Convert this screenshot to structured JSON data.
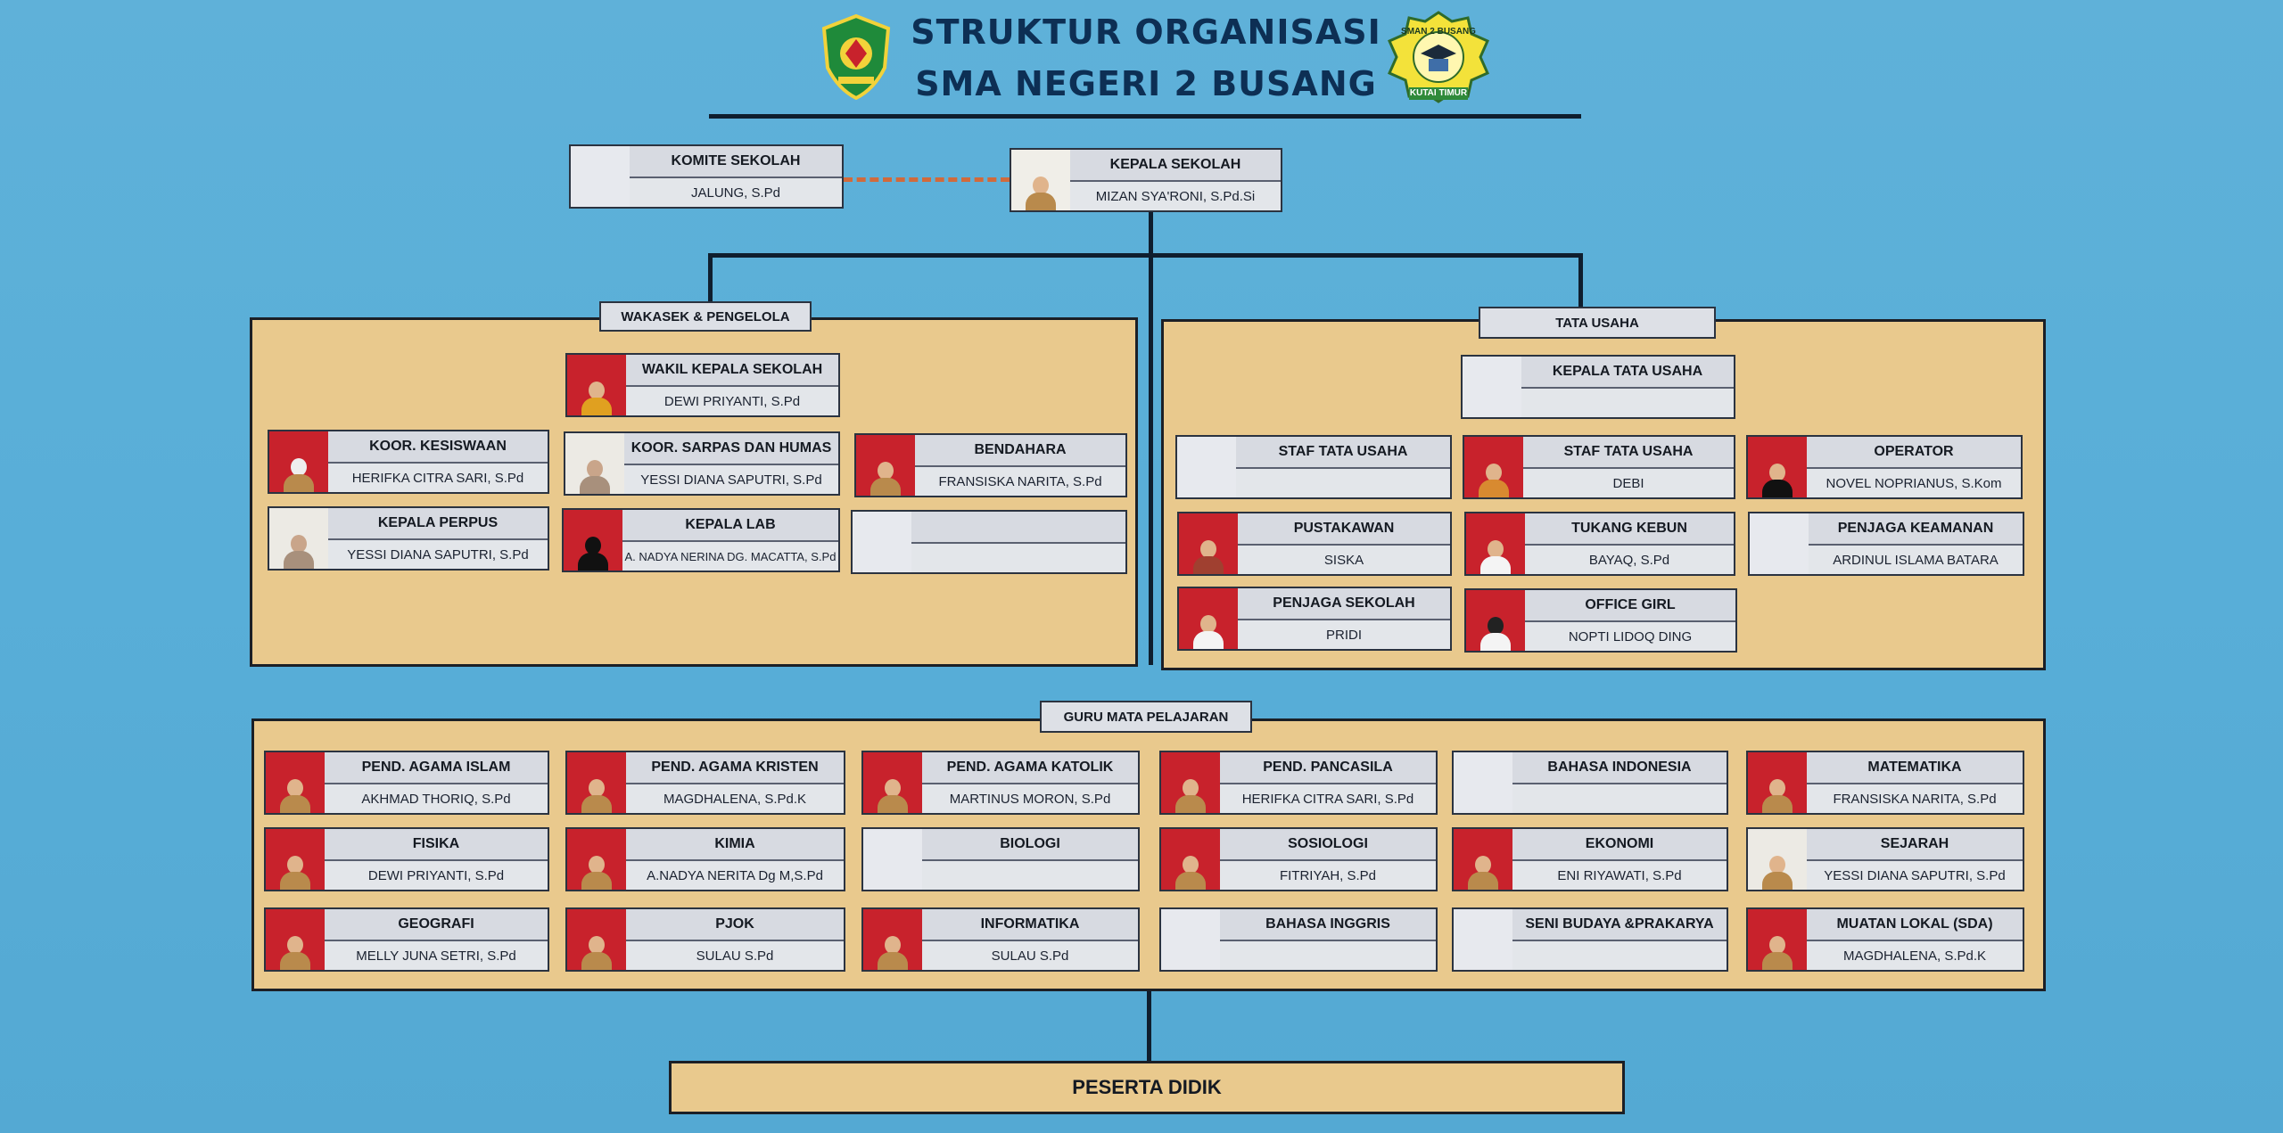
{
  "header": {
    "title_line1": "STRUKTUR ORGANISASI",
    "title_line2": "SMA NEGERI 2 BUSANG",
    "logo_right_top": "SMAN 2 BUSANG",
    "logo_right_bottom": "KUTAI TIMUR"
  },
  "top": {
    "komite": {
      "role": "KOMITE SEKOLAH",
      "name": "JALUNG, S.Pd"
    },
    "kepala": {
      "role": "KEPALA SEKOLAH",
      "name": "MIZAN SYA'RONI, S.Pd.Si"
    }
  },
  "wakasek": {
    "label": "WAKASEK & PENGELOLA",
    "wakil": {
      "role": "WAKIL KEPALA SEKOLAH",
      "name": "DEWI PRIYANTI, S.Pd"
    },
    "kesiswaan": {
      "role": "KOOR. KESISWAAN",
      "name": "HERIFKA CITRA SARI, S.Pd"
    },
    "sarpas": {
      "role": "KOOR. SARPAS DAN HUMAS",
      "name": "YESSI DIANA SAPUTRI, S.Pd"
    },
    "bendahara": {
      "role": "BENDAHARA",
      "name": "FRANSISKA NARITA, S.Pd"
    },
    "perpus": {
      "role": "KEPALA PERPUS",
      "name": "YESSI DIANA SAPUTRI, S.Pd"
    },
    "lab": {
      "role": "KEPALA LAB",
      "name": "A. NADYA NERINA DG. MACATTA, S.Pd"
    },
    "empty": {
      "role": "",
      "name": ""
    }
  },
  "tata_usaha": {
    "label": "TATA USAHA",
    "kepala": {
      "role": "KEPALA TATA USAHA",
      "name": ""
    },
    "staf1": {
      "role": "STAF TATA USAHA",
      "name": ""
    },
    "staf2": {
      "role": "STAF TATA USAHA",
      "name": "DEBI"
    },
    "operator": {
      "role": "OPERATOR",
      "name": "NOVEL NOPRIANUS, S.Kom"
    },
    "pustakawan": {
      "role": "PUSTAKAWAN",
      "name": "SISKA"
    },
    "kebun": {
      "role": "TUKANG KEBUN",
      "name": "BAYAQ, S.Pd"
    },
    "keamanan": {
      "role": "PENJAGA KEAMANAN",
      "name": "ARDINUL ISLAMA BATARA"
    },
    "penjaga": {
      "role": "PENJAGA SEKOLAH",
      "name": "PRIDI"
    },
    "office": {
      "role": "OFFICE GIRL",
      "name": "NOPTI LIDOQ DING"
    }
  },
  "guru": {
    "label": "GURU MATA PELAJARAN",
    "items": [
      {
        "role": "PEND. AGAMA ISLAM",
        "name": "AKHMAD THORIQ, S.Pd"
      },
      {
        "role": "PEND. AGAMA KRISTEN",
        "name": "MAGDHALENA, S.Pd.K"
      },
      {
        "role": "PEND. AGAMA KATOLIK",
        "name": "MARTINUS MORON, S.Pd"
      },
      {
        "role": "PEND. PANCASILA",
        "name": "HERIFKA CITRA SARI, S.Pd"
      },
      {
        "role": "BAHASA INDONESIA",
        "name": ""
      },
      {
        "role": "MATEMATIKA",
        "name": "FRANSISKA NARITA, S.Pd"
      },
      {
        "role": "FISIKA",
        "name": "DEWI PRIYANTI, S.Pd"
      },
      {
        "role": "KIMIA",
        "name": "A.NADYA NERITA Dg M,S.Pd"
      },
      {
        "role": "BIOLOGI",
        "name": ""
      },
      {
        "role": "SOSIOLOGI",
        "name": "FITRIYAH, S.Pd"
      },
      {
        "role": "EKONOMI",
        "name": "ENI RIYAWATI, S.Pd"
      },
      {
        "role": "SEJARAH",
        "name": "YESSI DIANA SAPUTRI, S.Pd"
      },
      {
        "role": "GEOGRAFI",
        "name": "MELLY JUNA SETRI, S.Pd"
      },
      {
        "role": "PJOK",
        "name": "SULAU S.Pd"
      },
      {
        "role": "INFORMATIKA",
        "name": "SULAU S.Pd"
      },
      {
        "role": "BAHASA INGGRIS",
        "name": ""
      },
      {
        "role": "SENI BUDAYA &PRAKARYA",
        "name": ""
      },
      {
        "role": "MUATAN LOKAL (SDA)",
        "name": "MAGDHALENA, S.Pd.K"
      }
    ]
  },
  "peserta": {
    "label": "PESERTA DIDIK"
  }
}
